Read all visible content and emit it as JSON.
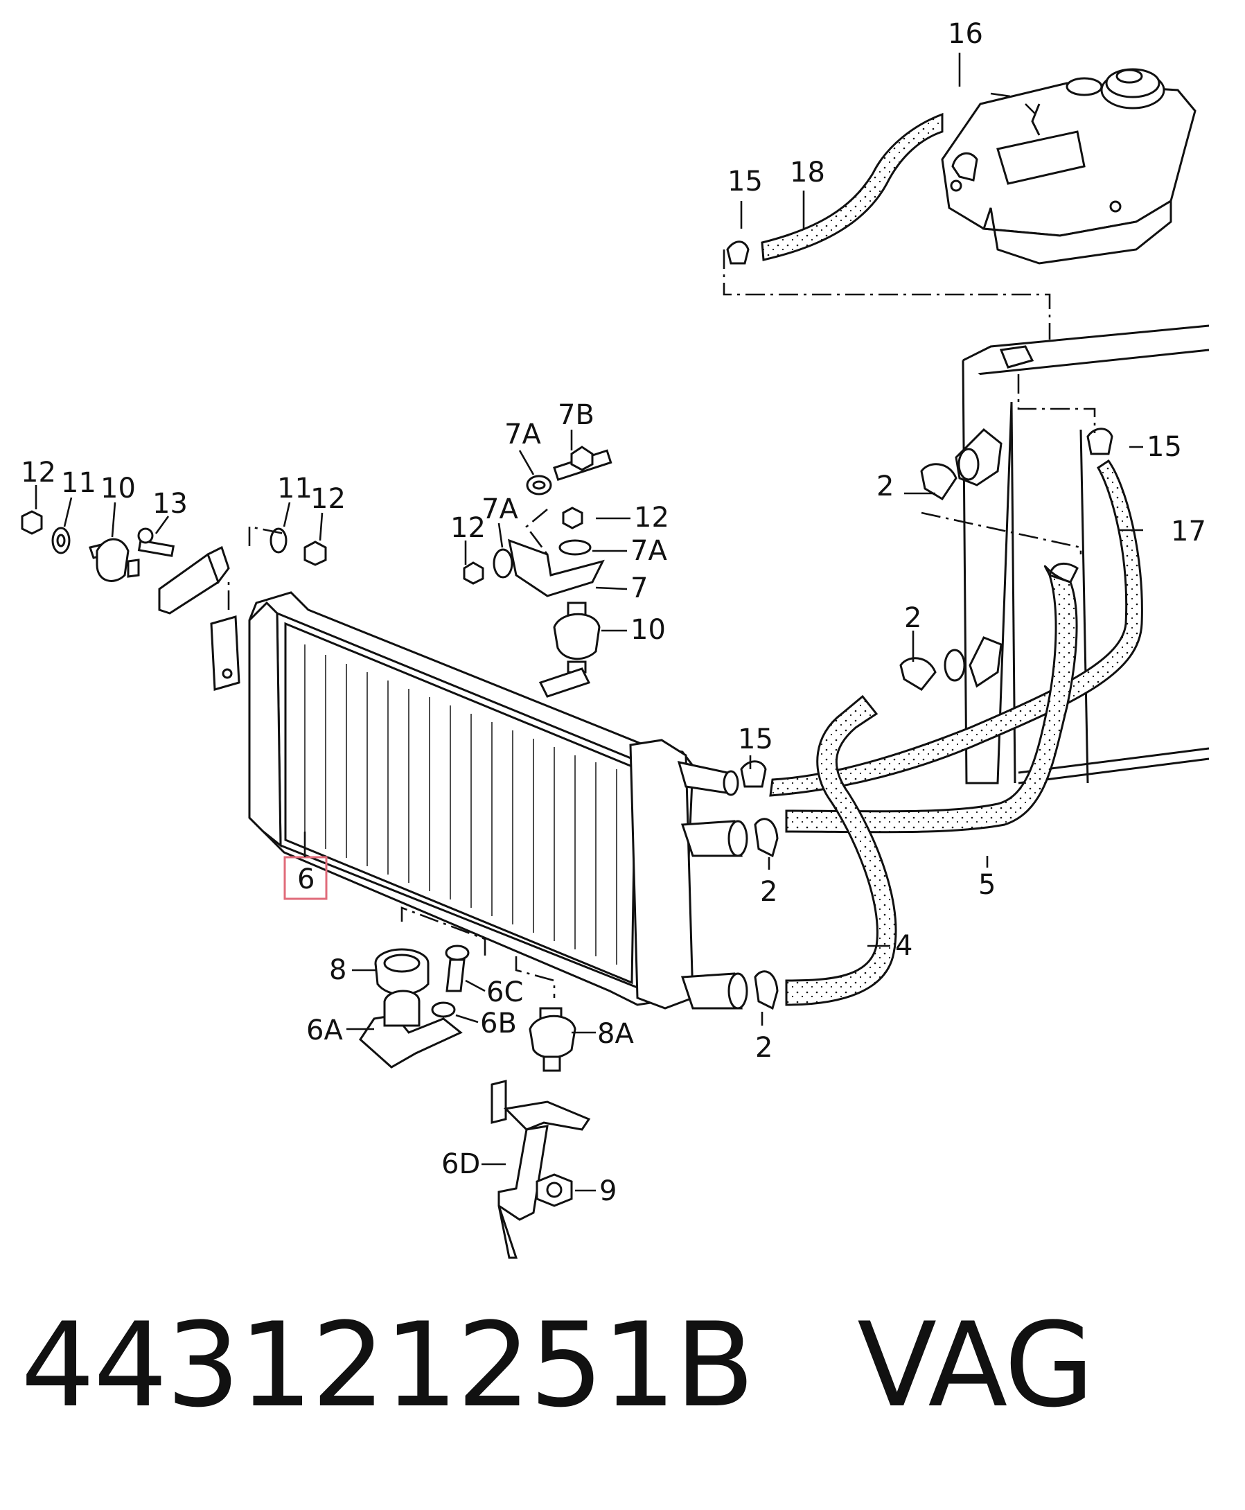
{
  "part_number": "443121251B",
  "brand": "VAG",
  "highlight_color": "#e06b7a",
  "callouts": {
    "c2a": "2",
    "c2b": "2",
    "c2c": "2",
    "c2d": "2",
    "c4": "4",
    "c5": "5",
    "c6": "6",
    "c6a": "6A",
    "c6b": "6B",
    "c6c": "6C",
    "c6d": "6D",
    "c7": "7",
    "c7a1": "7A",
    "c7a2": "7A",
    "c7a3": "7A",
    "c7b": "7B",
    "c8": "8",
    "c8a": "8A",
    "c9": "9",
    "c10a": "10",
    "c10b": "10",
    "c11a": "11",
    "c11b": "11",
    "c12a": "12",
    "c12b": "12",
    "c12c": "12",
    "c12d": "12",
    "c13": "13",
    "c15a": "15",
    "c15b": "15",
    "c15c": "15",
    "c16": "16",
    "c17": "17",
    "c18": "18"
  }
}
